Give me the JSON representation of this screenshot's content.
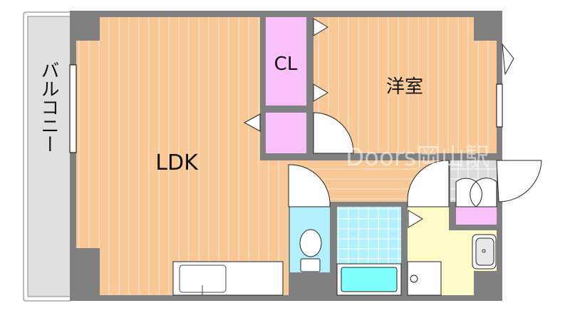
{
  "rooms": {
    "ldk": "LDK",
    "closet": "CL",
    "western_room": "洋室",
    "balcony": "バルコニー"
  },
  "watermark": "Doors岡山駅",
  "colors": {
    "wall": "#808080",
    "floor": "#f8c996",
    "closet": "#f9c0f9",
    "water": "#b2f1fc",
    "washroom": "#fffbc8",
    "balcony": "#e0e0e0"
  }
}
